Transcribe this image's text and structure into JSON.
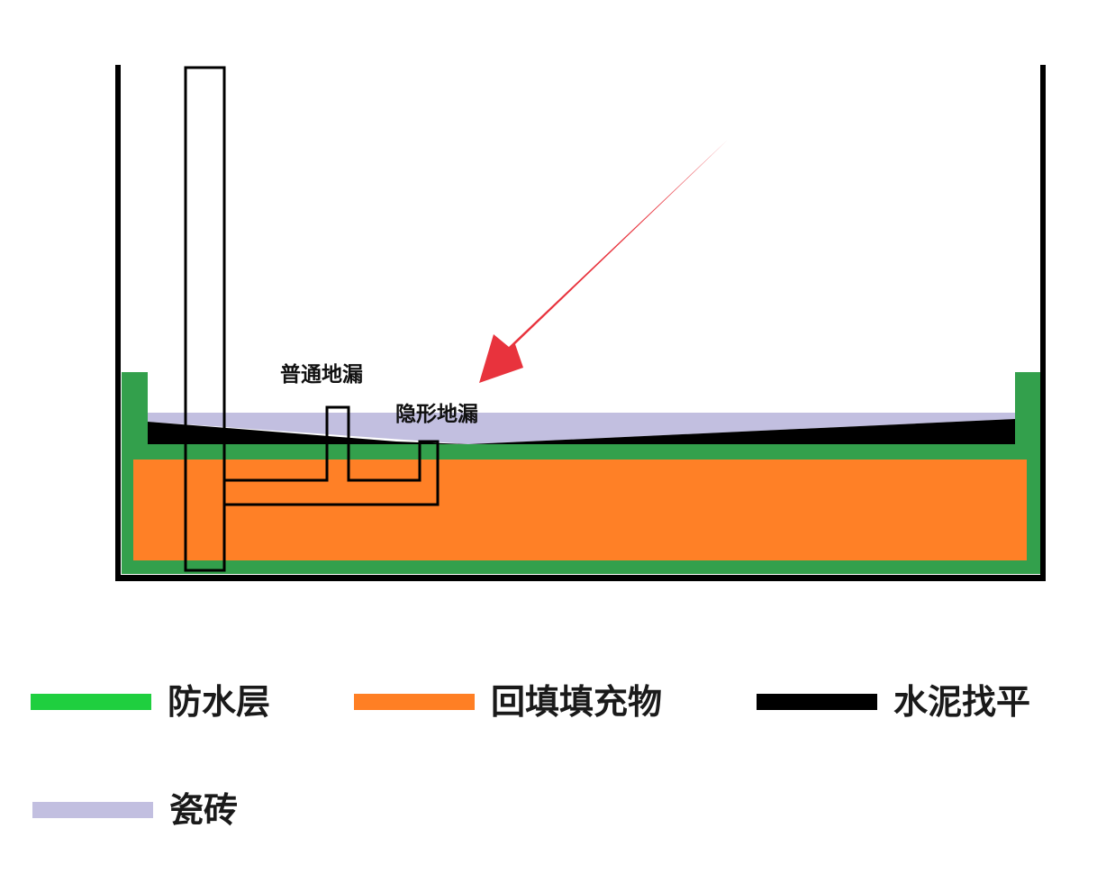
{
  "labels": {
    "regular_drain": "普通地漏",
    "hidden_drain": "隐形地漏"
  },
  "legend": [
    {
      "label": "防水层",
      "color": "#1fcf3f"
    },
    {
      "label": "回填填充物",
      "color": "#ff7f24"
    },
    {
      "label": "水泥找平",
      "color": "#000000"
    },
    {
      "label": "瓷砖",
      "color": "#c2bfe0"
    }
  ],
  "colors": {
    "waterproof_section": "#33a04c",
    "backfill_section": "#ff8026",
    "screed": "#000000",
    "tile": "#c2bfe0",
    "wall": "#000000",
    "arrow": "#e8333d"
  }
}
